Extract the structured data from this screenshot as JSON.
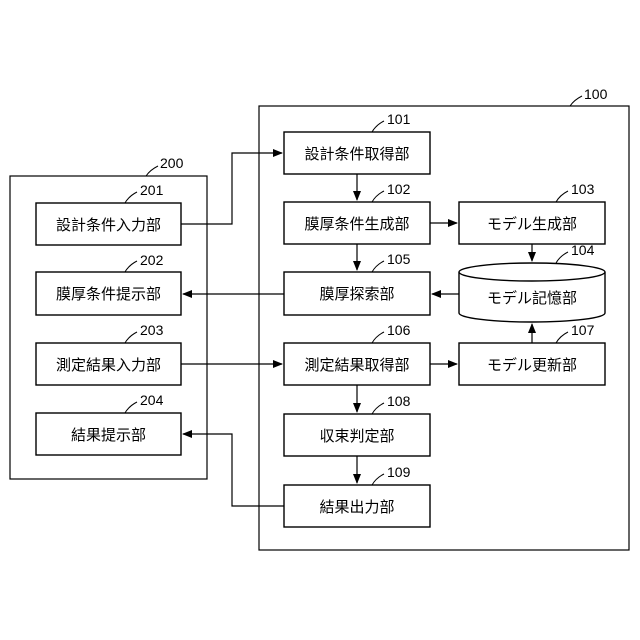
{
  "system_left": {
    "ref": "200",
    "blocks": [
      {
        "ref": "201",
        "label": "設計条件入力部"
      },
      {
        "ref": "202",
        "label": "膜厚条件提示部"
      },
      {
        "ref": "203",
        "label": "測定結果入力部"
      },
      {
        "ref": "204",
        "label": "結果提示部"
      }
    ]
  },
  "system_right": {
    "ref": "100",
    "blocks": [
      {
        "ref": "101",
        "label": "設計条件取得部"
      },
      {
        "ref": "102",
        "label": "膜厚条件生成部"
      },
      {
        "ref": "103",
        "label": "モデル生成部"
      },
      {
        "ref": "104",
        "label": "モデル記憶部"
      },
      {
        "ref": "105",
        "label": "膜厚探索部"
      },
      {
        "ref": "106",
        "label": "測定結果取得部"
      },
      {
        "ref": "107",
        "label": "モデル更新部"
      },
      {
        "ref": "108",
        "label": "収束判定部"
      },
      {
        "ref": "109",
        "label": "結果出力部"
      }
    ]
  }
}
